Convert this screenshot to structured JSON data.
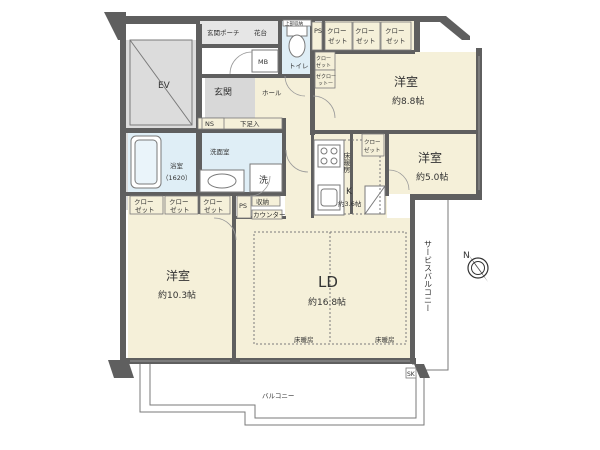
{
  "rooms": {
    "genkan_porch": "玄関ポーチ",
    "kadai": "花台",
    "ev": "EV",
    "mb": "MB",
    "toilet": "トイレ",
    "genkan": "玄関",
    "hall": "ホール",
    "ns": "NS",
    "geta": "下足入",
    "bath": "浴室",
    "bath_size": "（1620）",
    "senmen": "洗面室",
    "sen": "洗",
    "shuno": "収納",
    "counter": "カウンター",
    "yoshitsu_a": {
      "name": "洋室",
      "size": "約8.8帖"
    },
    "yoshitsu_b": {
      "name": "洋室",
      "size": "約5.0帖"
    },
    "yoshitsu_c": {
      "name": "洋室",
      "size": "約10.3帖"
    },
    "kitchen": {
      "name": "K",
      "size": "約3.6帖"
    },
    "kitchen_floor": "床暖房",
    "ld": {
      "name": "LD",
      "size": "約16.8帖"
    },
    "ld_floor_left": "床暖房",
    "ld_floor_right": "床暖房",
    "balcony": "バルコニー",
    "service_balcony": "サービスバルコニー",
    "sk": "SK",
    "ps1": "PS",
    "ps2": "PS",
    "upper_cabinet": "上部収納"
  },
  "closets": {
    "top1": [
      "クロー",
      "ゼット"
    ],
    "top2": [
      "クロー",
      "ゼット"
    ],
    "top3": [
      "クロー",
      "ゼット"
    ],
    "mid_left1": [
      "クロー",
      "ゼット"
    ],
    "mid_left2": [
      "ゼクロー",
      "ットー"
    ],
    "right_small": [
      "クロー",
      "ゼット"
    ],
    "bottom1": [
      "クロー",
      "ゼット"
    ],
    "bottom2": [
      "クロー",
      "ゼット"
    ],
    "bottom3": [
      "クロー",
      "ゼット"
    ]
  },
  "compass": "N",
  "colors": {
    "wall": "#5f5f5f",
    "floor_room": "#f5f0d9",
    "floor_wet": "#dfeef6",
    "floor_grey": "#d8d8d8",
    "balcony": "#ffffff",
    "line": "#7a7a7a"
  }
}
